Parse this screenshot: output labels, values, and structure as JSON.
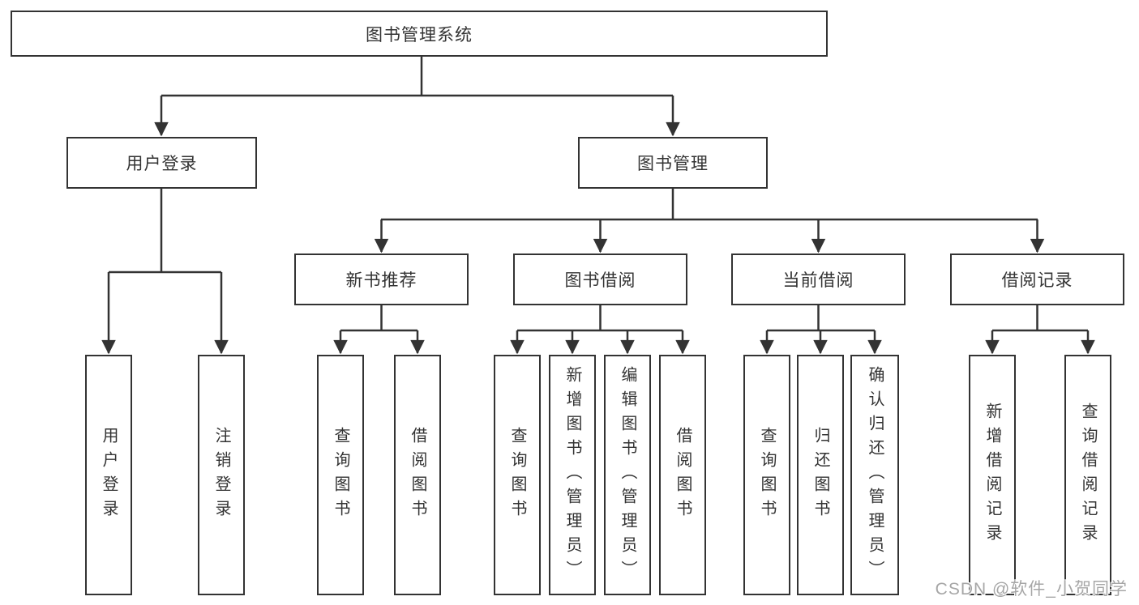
{
  "diagram_title": "图书管理系统",
  "colors": {
    "line": "#333333",
    "box_border": "#333333",
    "text": "#333333",
    "background": "#ffffff",
    "watermark_text": "#a6a6a6"
  },
  "tree": {
    "root": {
      "label": "图书管理系统"
    },
    "branches": [
      {
        "label": "用户登录",
        "leaves": [
          "用户登录",
          "注销登录"
        ]
      },
      {
        "label": "图书管理",
        "sections": [
          {
            "label": "新书推荐",
            "leaves": [
              "查询图书",
              "借阅图书"
            ]
          },
          {
            "label": "图书借阅",
            "leaves": [
              "查询图书",
              "新增图书（管理员）",
              "编辑图书（管理员）",
              "借阅图书"
            ]
          },
          {
            "label": "当前借阅",
            "leaves": [
              "查询图书",
              "归还图书",
              "确认归还（管理员）"
            ]
          },
          {
            "label": "借阅记录",
            "leaves": [
              "新增借阅记录",
              "查询借阅记录"
            ]
          }
        ]
      }
    ]
  },
  "watermark": "CSDN @软件_小贺同学"
}
